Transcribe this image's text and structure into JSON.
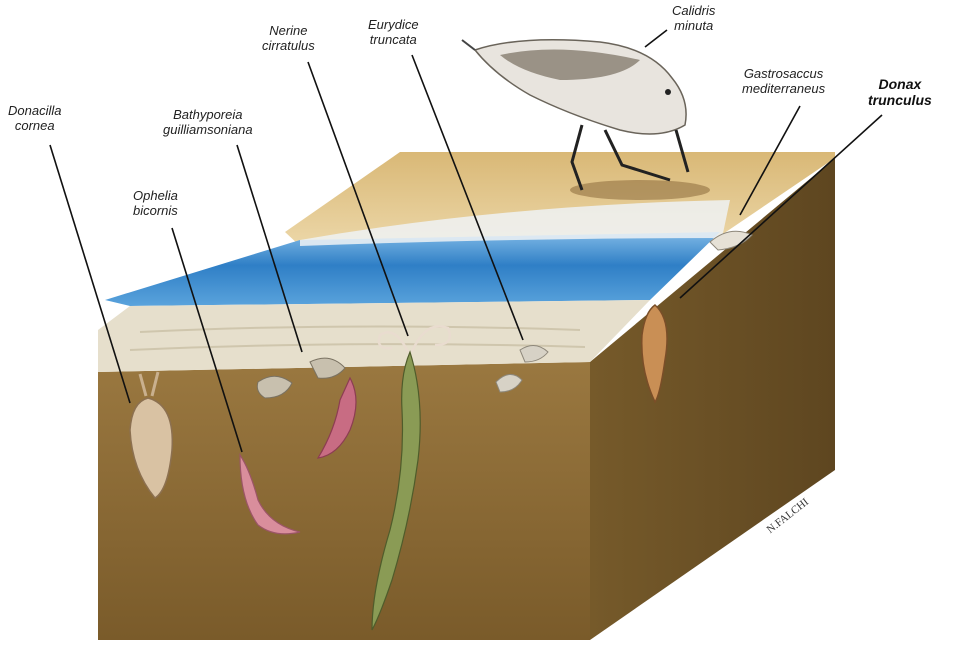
{
  "labels": {
    "donacilla": [
      "Donacilla",
      "cornea"
    ],
    "ophelia": [
      "Ophelia",
      "bicornis"
    ],
    "bathyporeia": [
      "Bathyporeia",
      "guilliamsoniana"
    ],
    "nerine": [
      "Nerine",
      "cirratulus"
    ],
    "eurydice": [
      "Eurydice",
      "truncata"
    ],
    "calidris": [
      "Calidris",
      "minuta"
    ],
    "gastrosaccus": [
      "Gastrosaccus",
      "mediterraneus"
    ],
    "donax": [
      "Donax",
      "trunculus"
    ]
  },
  "signature": "N.FALCHI",
  "colors": {
    "sand_side": "#8b6a34",
    "sand_right": "#6d5126",
    "sand_top": "#dcc08a",
    "wet_sand": "#e9e4d6",
    "water": "#3f8fd0",
    "water_light": "#8cc3ea"
  }
}
